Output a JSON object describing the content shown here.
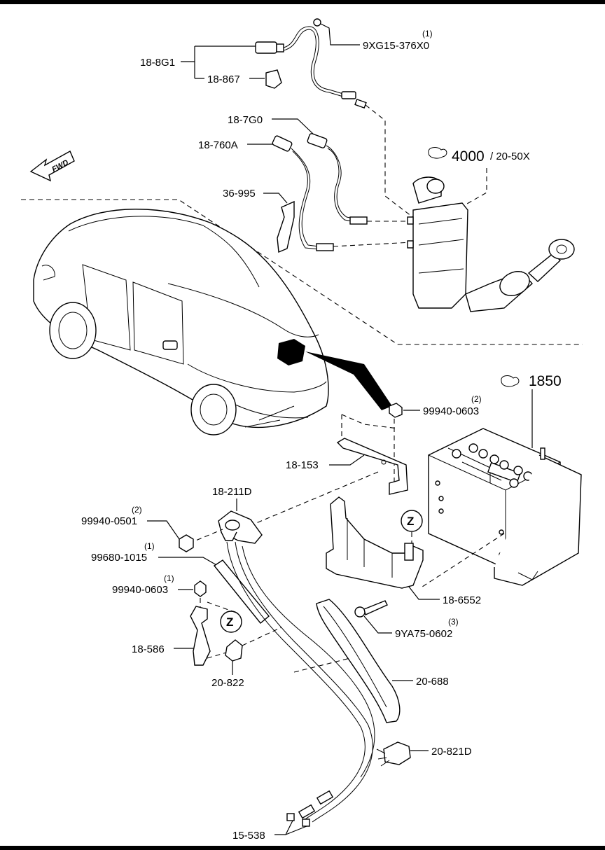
{
  "callouts": {
    "p18_8g1": "18-8G1",
    "p18_867": "18-867",
    "p9xg15_q": "(1)",
    "p9xg15": "9XG15-376X0",
    "p18_7g0": "18-7G0",
    "p18_760a": "18-760A",
    "p36_995": "36-995",
    "p4000": "4000",
    "p20_50x": "/ 20-50X",
    "p1850": "1850",
    "p99940_0603a_q": "(2)",
    "p99940_0603a": "99940-0603",
    "p18_153": "18-153",
    "p18_211d": "18-211D",
    "p99940_0501_q": "(2)",
    "p99940_0501": "99940-0501",
    "p99680_1015_q": "(1)",
    "p99680_1015": "99680-1015",
    "p99940_0603b_q": "(1)",
    "p99940_0603b": "99940-0603",
    "p18_6552": "18-6552",
    "p9ya75_q": "(3)",
    "p9ya75": "9YA75-0602",
    "p18_586": "18-586",
    "p20_822": "20-822",
    "p20_688": "20-688",
    "p20_821d": "20-821D",
    "p15_538": "15-538"
  },
  "markers": {
    "z": "Z",
    "fwd": "FWD"
  },
  "icons": [
    "fwd-arrow-icon",
    "group-reference-icon",
    "z-reference-icon"
  ],
  "colors": {
    "line": "#000000",
    "background": "#ffffff"
  }
}
